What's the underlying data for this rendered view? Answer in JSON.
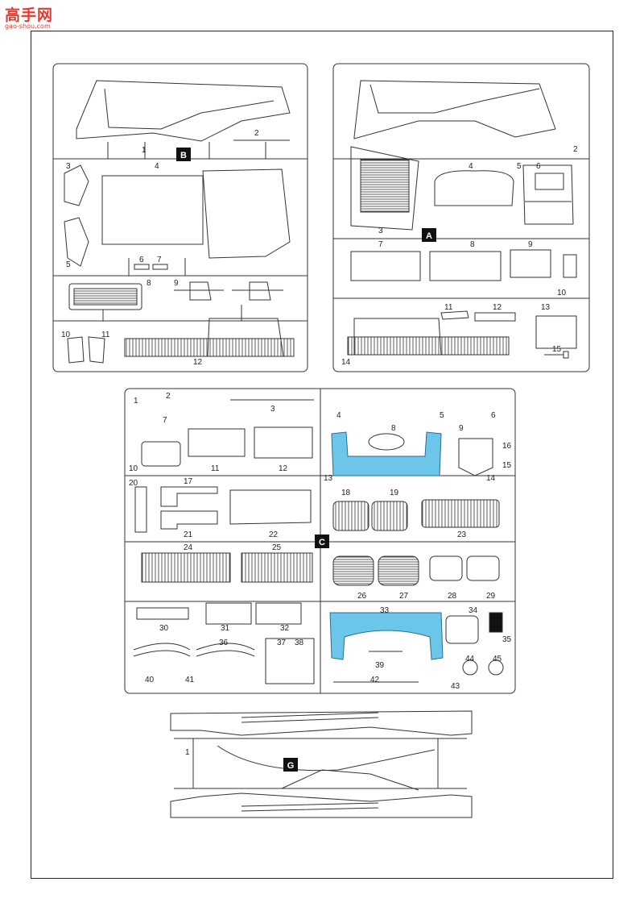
{
  "watermark": {
    "title": "高手网",
    "url": "gao-shou.com"
  },
  "colors": {
    "highlight": "#6cc6ea",
    "line": "#333333",
    "tag_bg": "#111111"
  },
  "sprues": {
    "B": {
      "tag": "B",
      "parts": [
        "1",
        "2",
        "3",
        "4",
        "5",
        "6",
        "7",
        "8",
        "9",
        "10",
        "11",
        "12"
      ]
    },
    "A": {
      "tag": "A",
      "parts": [
        "2",
        "3",
        "4",
        "5",
        "6",
        "7",
        "8",
        "9",
        "10",
        "11",
        "12",
        "13",
        "14",
        "15"
      ]
    },
    "C": {
      "tag": "C",
      "parts": [
        "1",
        "2",
        "3",
        "4",
        "5",
        "6",
        "7",
        "8",
        "9",
        "10",
        "11",
        "12",
        "13",
        "14",
        "15",
        "16",
        "17",
        "18",
        "19",
        "20",
        "21",
        "22",
        "23",
        "24",
        "25",
        "26",
        "27",
        "28",
        "29",
        "30",
        "31",
        "32",
        "33",
        "34",
        "35",
        "36",
        "37",
        "38",
        "39",
        "40",
        "41",
        "42",
        "43",
        "44",
        "45"
      ]
    },
    "G": {
      "tag": "G",
      "parts": [
        "1"
      ]
    }
  }
}
